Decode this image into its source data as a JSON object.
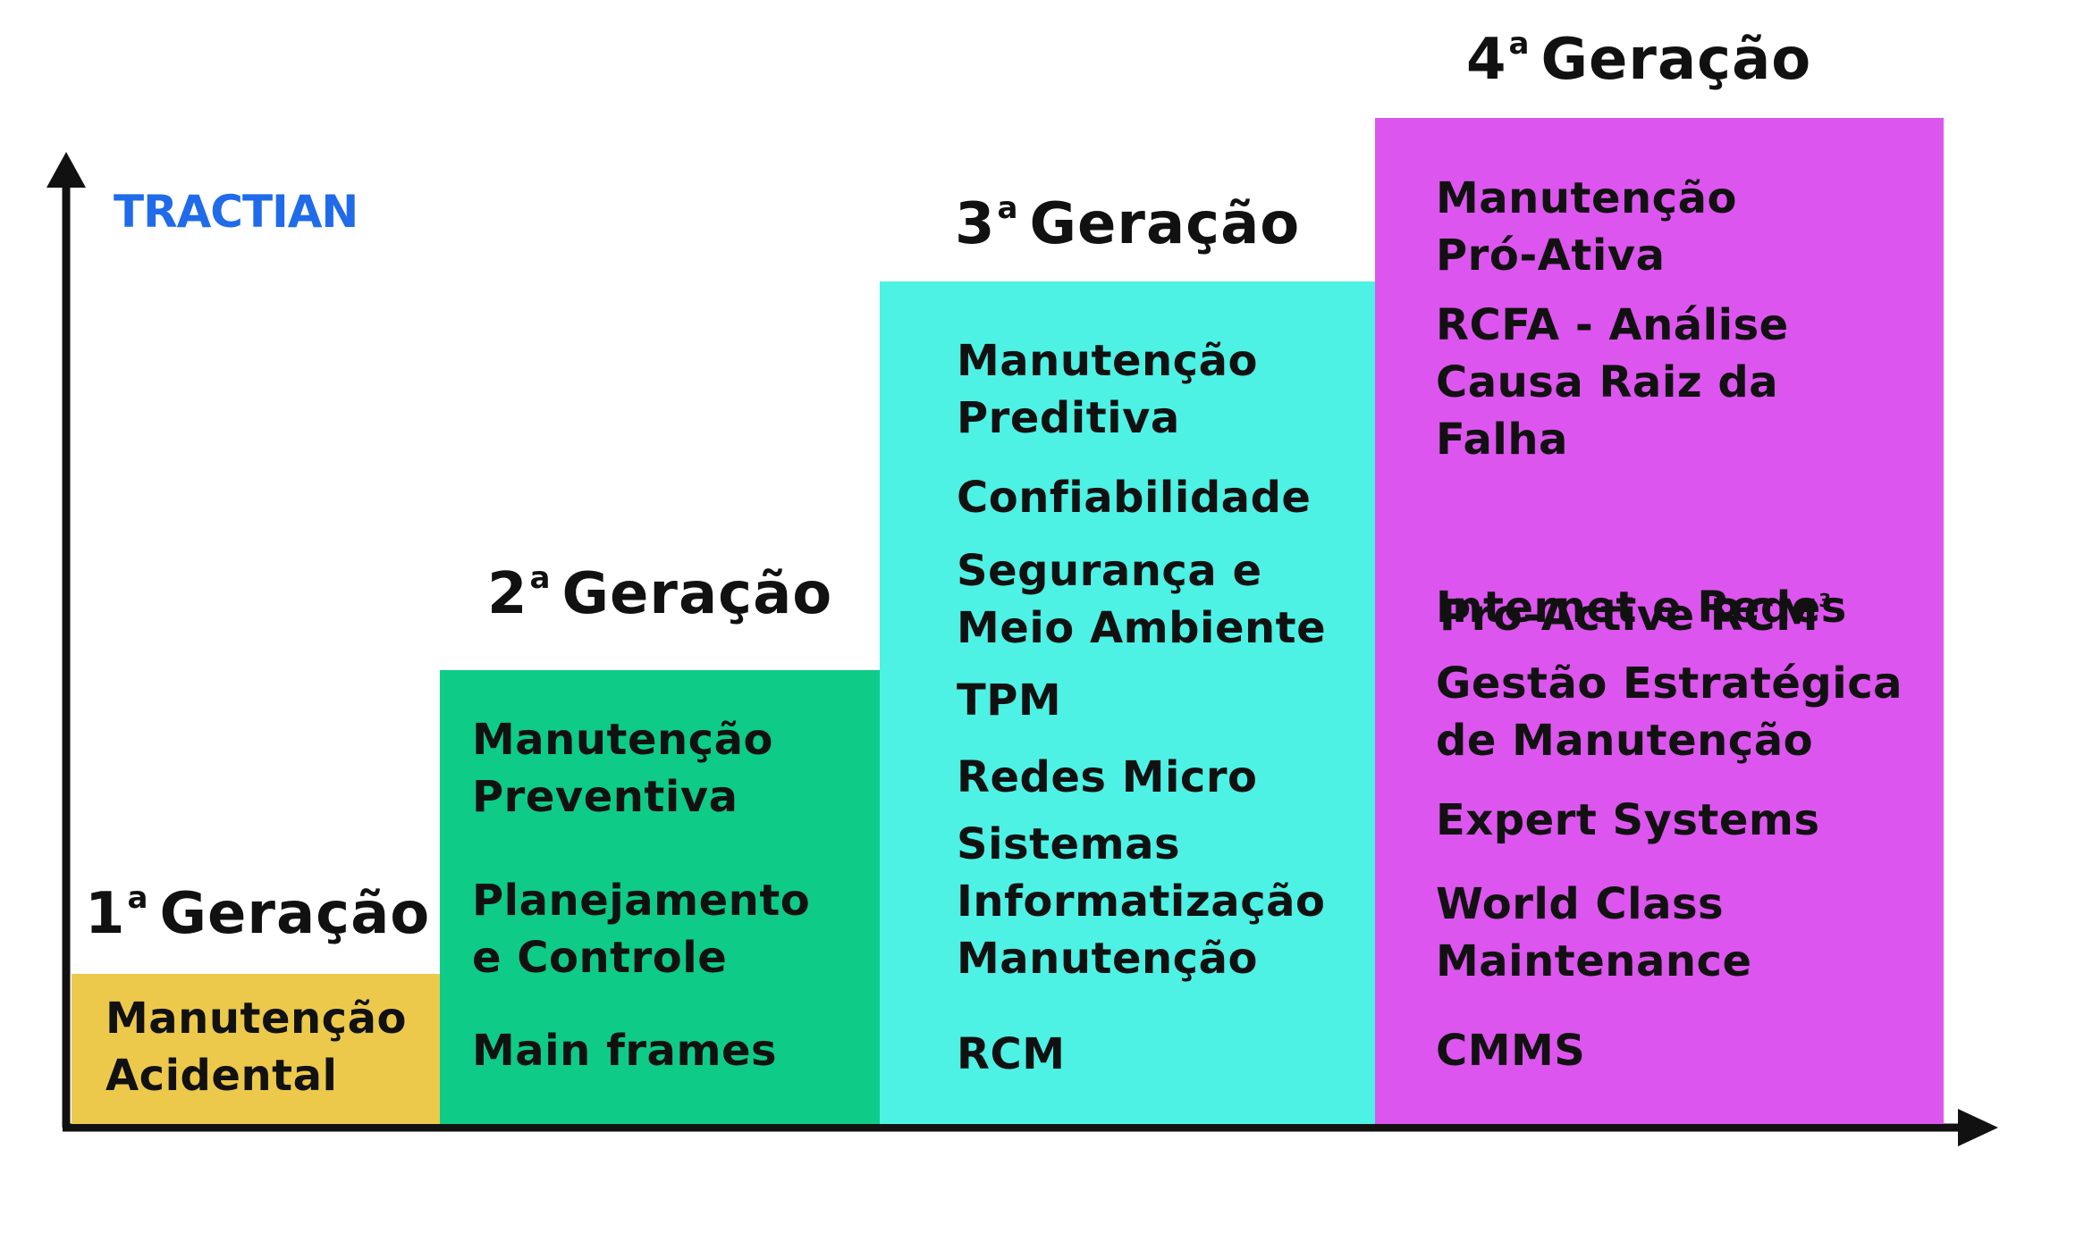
{
  "logo": {
    "text": "TRACTIAN",
    "color": "#1f6bea"
  },
  "colors": {
    "gen1": "#ecc94b",
    "gen2": "#0fcb88",
    "gen3": "#4df2e4",
    "gen4": "#dd55ef",
    "axis": "#111111"
  },
  "generations": [
    {
      "number": "1",
      "ordinal": "a",
      "title": "Geração",
      "items": [
        "Manutenção\nAcidental"
      ]
    },
    {
      "number": "2",
      "ordinal": "a",
      "title": "Geração",
      "items": [
        "Manutenção\nPreventiva",
        "Planejamento\ne Controle",
        "Main frames"
      ]
    },
    {
      "number": "3",
      "ordinal": "a",
      "title": "Geração",
      "items": [
        "Manutenção\nPreditiva",
        "Confiabilidade",
        "Segurança e\nMeio Ambiente",
        "TPM",
        "Redes Micro",
        "Sistemas\nInformatização\nManutenção",
        "RCM"
      ]
    },
    {
      "number": "4",
      "ordinal": "a",
      "title": "Geração",
      "items": [
        "Manutenção\nPró-Ativa",
        "RCFA - Análise\nCausa Raiz da\nFalha",
        "Pro-Active RCM",
        "Internet e Redes",
        "Gestão Estratégica\nde Manutenção",
        "Expert Systems",
        "World Class\nMaintenance",
        "CMMS"
      ],
      "superscript_item": "3"
    }
  ]
}
